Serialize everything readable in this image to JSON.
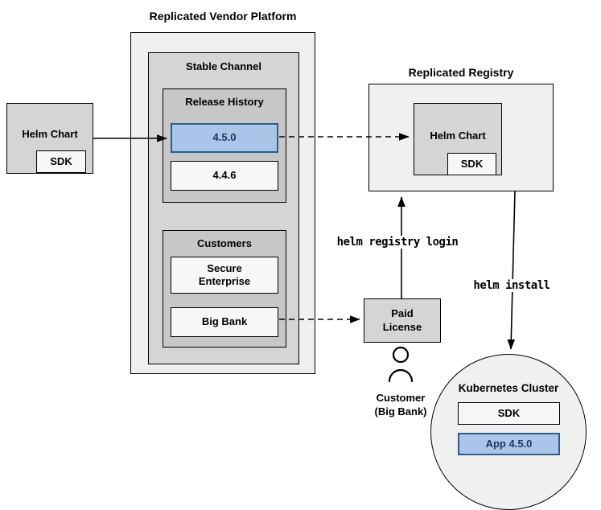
{
  "diagram": {
    "vendor_platform": {
      "title": "Replicated Vendor Platform",
      "stable_channel": {
        "title": "Stable Channel",
        "release_history": {
          "title": "Release History",
          "releases": [
            {
              "version": "4.5.0",
              "highlighted": true
            },
            {
              "version": "4.4.6",
              "highlighted": false
            }
          ]
        },
        "customers": {
          "title": "Customers",
          "items": [
            {
              "name": "Secure\nEnterprise"
            },
            {
              "name": "Big Bank"
            }
          ]
        }
      }
    },
    "vendor_helm_chart": {
      "label": "Helm Chart",
      "sdk": "SDK"
    },
    "registry": {
      "title": "Replicated Registry",
      "helm_chart": "Helm Chart",
      "sdk": "SDK"
    },
    "paid_license": {
      "label": "Paid\nLicense"
    },
    "customer": {
      "label": "Customer\n(Big Bank)"
    },
    "kubernetes_cluster": {
      "title": "Kubernetes Cluster",
      "sdk": "SDK",
      "app": "App 4.5.0"
    },
    "commands": {
      "registry_login": "helm registry login",
      "install": "helm install"
    }
  },
  "colors": {
    "highlight_fill": "#a9c6e8",
    "highlight_border": "#2d5b8e",
    "highlight_text": "#17375e"
  }
}
